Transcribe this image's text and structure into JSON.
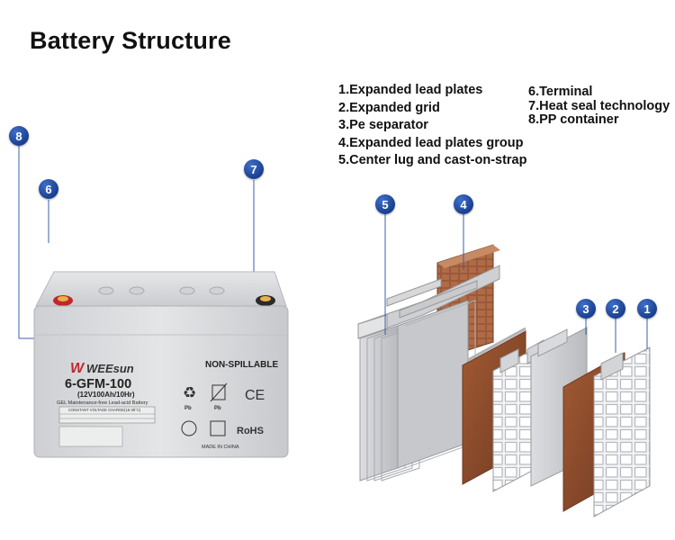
{
  "title": "Battery Structure",
  "legend_left": [
    "1.Expanded lead plates",
    "2.Expanded grid",
    "3.Pe separator",
    "4.Expanded lead plates group",
    "5.Center lug and cast-on-strap"
  ],
  "legend_right": [
    "6.Terminal",
    "7.Heat seal technology",
    "8.PP container"
  ],
  "badges": [
    "1",
    "2",
    "3",
    "4",
    "5",
    "6",
    "7",
    "8"
  ],
  "battery": {
    "brand": "WEEsun",
    "model": "6-GFM-100",
    "spec": "(12V100Ah/10Hr)",
    "type": "GEL Maintenance-free Lead-acid Battery",
    "non_spillable": "NON-SPILLABLE",
    "charge_header": "CONSTANT VOLTAGE CHARGE(15-35°C)",
    "pb": "Pb",
    "ce": "CE",
    "rohs": "RoHS",
    "made_in": "MADE IN CHINA"
  },
  "colors": {
    "badge": "#1f4aa0",
    "battery_case": "#d9dadc",
    "brand_red": "#c0272d",
    "plate_brown": "#8a4a2c"
  }
}
